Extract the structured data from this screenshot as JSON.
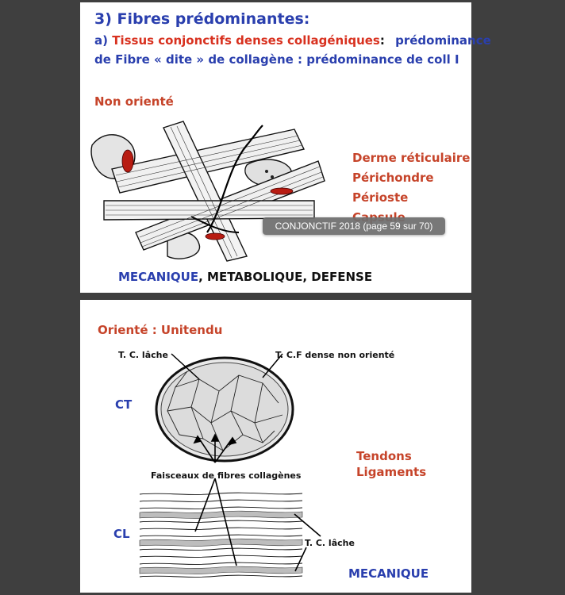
{
  "slide1": {
    "heading": "3) Fibres prédominantes:",
    "subheading_prefix": "a)",
    "subheading_red": "Tissus conjonctifs denses collagéniques",
    "subheading_colon": ":",
    "subheading_tail": "prédominance",
    "subheading_line2": "de Fibre « dite » de collagène : prédominance de coll I",
    "section_label": "Non orienté",
    "locations": [
      "Derme réticulaire",
      "Périchondre",
      "Périoste",
      "Capsule"
    ],
    "footer_blue": "MECANIQUE",
    "footer_black": ", METABOLIQUE, DEFENSE"
  },
  "tooltip": {
    "text": "CONJONCTIF 2018 (page 59 sur 70)"
  },
  "slide2": {
    "section_label": "Orienté : Unitendu",
    "label_tc_lache_top": "T. C. lâche",
    "label_tcf_dense": "T. C.F dense non orienté",
    "label_ct": "CT",
    "label_faisceaux": "Faisceaux de fibres collagènes",
    "label_cl": "CL",
    "label_tc_lache_bottom": "T. C. lâche",
    "tendons": "Tendons",
    "ligaments": "Ligaments",
    "footer": "MECANIQUE"
  },
  "colors": {
    "blue": "#2a3fae",
    "red": "#d8311f",
    "orange": "#c6442a",
    "dark_red_fill": "#b81c12",
    "background": "#3f3f3f"
  }
}
